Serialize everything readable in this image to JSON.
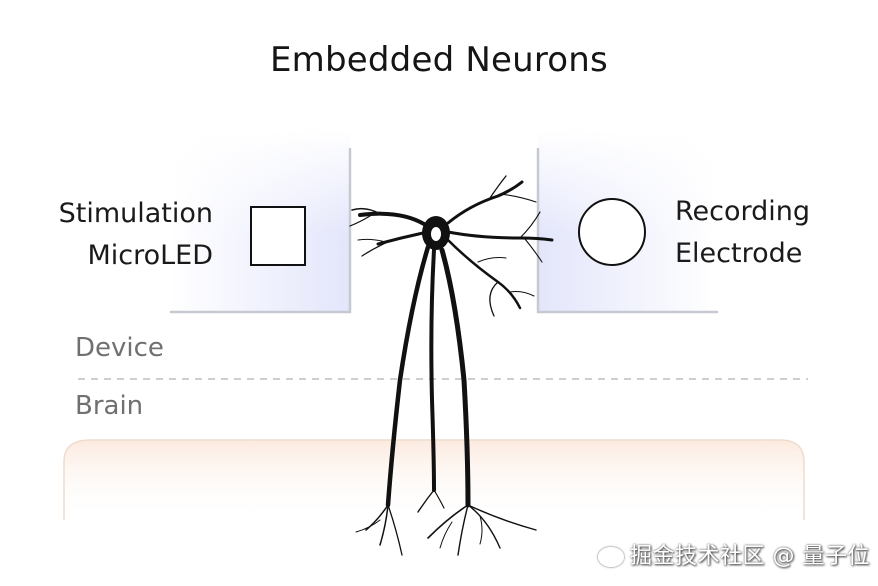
{
  "title": "Embedded Neurons",
  "stimulation": {
    "line1": "Stimulation",
    "line2": "MicroLED",
    "icon": "square-icon"
  },
  "recording": {
    "line1": "Recording",
    "line2": "Electrode",
    "icon": "circle-icon"
  },
  "layers": {
    "device": "Device",
    "brain": "Brain"
  },
  "watermark": "掘金技术社区 @ 量子位",
  "colors": {
    "device_glow": "#dfe3fb",
    "device_edge": "#c9cbd3",
    "brain_fill": "#fbeee4",
    "brain_edge": "#f0dccd",
    "neuron": "#111111",
    "divider": "#bdbdbd"
  }
}
